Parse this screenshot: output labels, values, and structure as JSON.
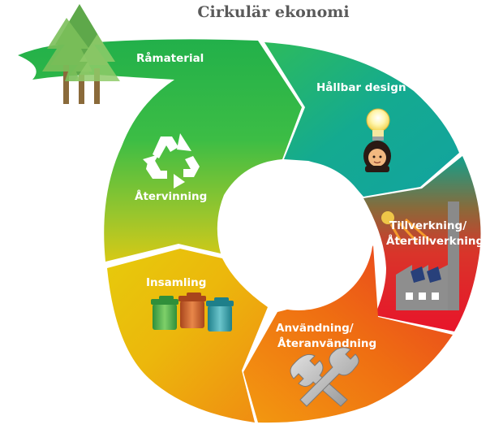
{
  "title": "Cirkulär ekonomi",
  "stages": [
    {
      "label": "Råmaterial"
    },
    {
      "label": "Hållbar design"
    },
    {
      "label_line1": "Tillverkning/",
      "label_line2": "Återtillverkning"
    },
    {
      "label_line1": "Användning/",
      "label_line2": "Återanvändning"
    },
    {
      "label": "Insamling"
    },
    {
      "label": "Återvinning"
    }
  ],
  "colors": {
    "title": "#5a5a5a",
    "green": "#2db84a",
    "teal": "#16a896",
    "red": "#e11d2a",
    "orange": "#ef7b10",
    "yellow": "#e8c20a"
  },
  "icons": [
    "tree-icon",
    "recycle-icon",
    "lightbulb-icon",
    "designer-face-icon",
    "factory-icon",
    "wrench-icon",
    "trash-bins-icon"
  ]
}
